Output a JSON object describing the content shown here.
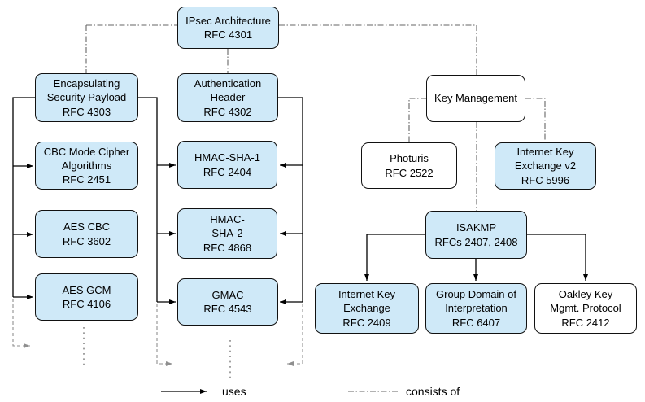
{
  "diagram": {
    "colors": {
      "blue": "#cfe9f8",
      "white": "#ffffff",
      "node_border": "#111111",
      "uses_line": "#000000",
      "consists_line": "#666666",
      "continuation_line": "#8f8f8f"
    },
    "nodes": {
      "ipsec": {
        "label": "IPsec Architecture\nRFC 4301"
      },
      "esp": {
        "label": "Encapsulating\nSecurity Payload\nRFC 4303"
      },
      "ah": {
        "label": "Authentication\nHeader\nRFC 4302"
      },
      "km": {
        "label": "Key Management"
      },
      "cbc": {
        "label": "CBC Mode Cipher\nAlgorithms\nRFC 2451"
      },
      "hmac1": {
        "label": "HMAC-SHA-1\nRFC 2404"
      },
      "photuris": {
        "label": "Photuris\nRFC 2522"
      },
      "ikev2": {
        "label": "Internet Key\nExchange v2\nRFC 5996"
      },
      "aescbc": {
        "label": "AES CBC\nRFC 3602"
      },
      "hmac2": {
        "label": "HMAC-\nSHA-2\nRFC 4868"
      },
      "isakmp": {
        "label": "ISAKMP\nRFCs 2407, 2408"
      },
      "aesgcm": {
        "label": "AES GCM\nRFC 4106"
      },
      "gmac": {
        "label": "GMAC\nRFC 4543"
      },
      "ike": {
        "label": "Internet Key\nExchange\nRFC 2409"
      },
      "gdoi": {
        "label": "Group Domain of\nInterpretation\nRFC 6407"
      },
      "oakley": {
        "label": "Oakley Key\nMgmt. Protocol\nRFC 2412"
      }
    },
    "legend": {
      "uses": "uses",
      "consists_of": "consists of"
    },
    "edges": {
      "consists_of": [
        {
          "from": "IPsec Architecture",
          "to": "Encapsulating Security Payload"
        },
        {
          "from": "IPsec Architecture",
          "to": "Authentication Header"
        },
        {
          "from": "IPsec Architecture",
          "to": "Key Management"
        },
        {
          "from": "Key Management",
          "to": "Photuris"
        },
        {
          "from": "Key Management",
          "to": "Internet Key Exchange v2"
        },
        {
          "from": "Key Management",
          "to": "ISAKMP"
        }
      ],
      "uses": [
        {
          "from": "Encapsulating Security Payload",
          "to": "CBC Mode Cipher Algorithms"
        },
        {
          "from": "Encapsulating Security Payload",
          "to": "AES CBC"
        },
        {
          "from": "Encapsulating Security Payload",
          "to": "AES GCM"
        },
        {
          "from": "Encapsulating Security Payload",
          "to": "HMAC-SHA-1"
        },
        {
          "from": "Encapsulating Security Payload",
          "to": "HMAC-SHA-2"
        },
        {
          "from": "Encapsulating Security Payload",
          "to": "GMAC"
        },
        {
          "from": "Authentication Header",
          "to": "HMAC-SHA-1"
        },
        {
          "from": "Authentication Header",
          "to": "HMAC-SHA-2"
        },
        {
          "from": "Authentication Header",
          "to": "GMAC"
        },
        {
          "from": "ISAKMP",
          "to": "Internet Key Exchange"
        },
        {
          "from": "ISAKMP",
          "to": "Group Domain of Interpretation"
        },
        {
          "from": "ISAKMP",
          "to": "Oakley Key Mgmt. Protocol"
        }
      ]
    }
  }
}
